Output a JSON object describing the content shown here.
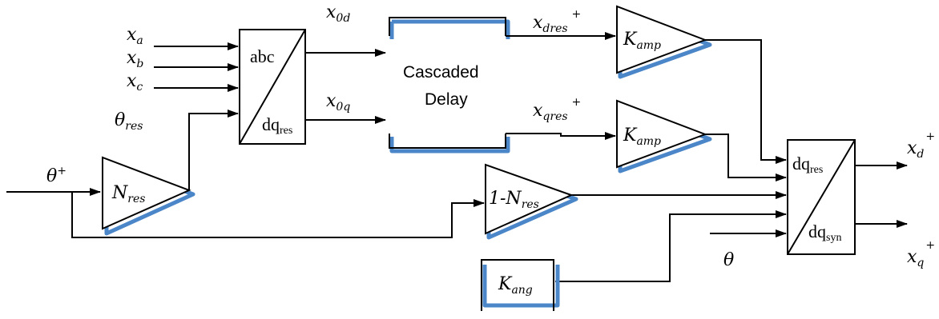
{
  "inputs": {
    "xa": {
      "base": "x",
      "sub": "a"
    },
    "xb": {
      "base": "x",
      "sub": "b"
    },
    "xc": {
      "base": "x",
      "sub": "c"
    },
    "theta_res": {
      "base": "θ",
      "sub": "res"
    },
    "theta_plus": {
      "base": "θ",
      "sup": "+"
    },
    "theta": "θ"
  },
  "signals": {
    "x0d": {
      "base": "x",
      "sub": "0d"
    },
    "x0q": {
      "base": "x",
      "sub": "0q"
    },
    "xdres": {
      "base": "x",
      "sub": "dres",
      "sup": "+"
    },
    "xqres": {
      "base": "x",
      "sub": "qres",
      "sup": "+"
    }
  },
  "outputs": {
    "xd": {
      "base": "x",
      "sub": "d",
      "sup": "+"
    },
    "xq": {
      "base": "x",
      "sub": "q",
      "sup": "+"
    }
  },
  "blocks": {
    "abc_dq": {
      "top": "abc",
      "bottom_base": "dq",
      "bottom_sub": "res"
    },
    "delay": {
      "line1": "Cascaded",
      "line2": "Delay"
    },
    "kamp": {
      "base": "K",
      "sub": "amp"
    },
    "nres": {
      "base": "N",
      "sub": "res"
    },
    "one_minus_nres": {
      "base": "1-N",
      "sub": "res"
    },
    "kang": {
      "base": "K",
      "sub": "ang"
    },
    "dq_dq": {
      "top_base": "dq",
      "top_sub": "res",
      "bottom_base": "dq",
      "bottom_sub": "syn"
    }
  },
  "colors": {
    "shadow": "#4a86c8",
    "line": "#000000"
  }
}
